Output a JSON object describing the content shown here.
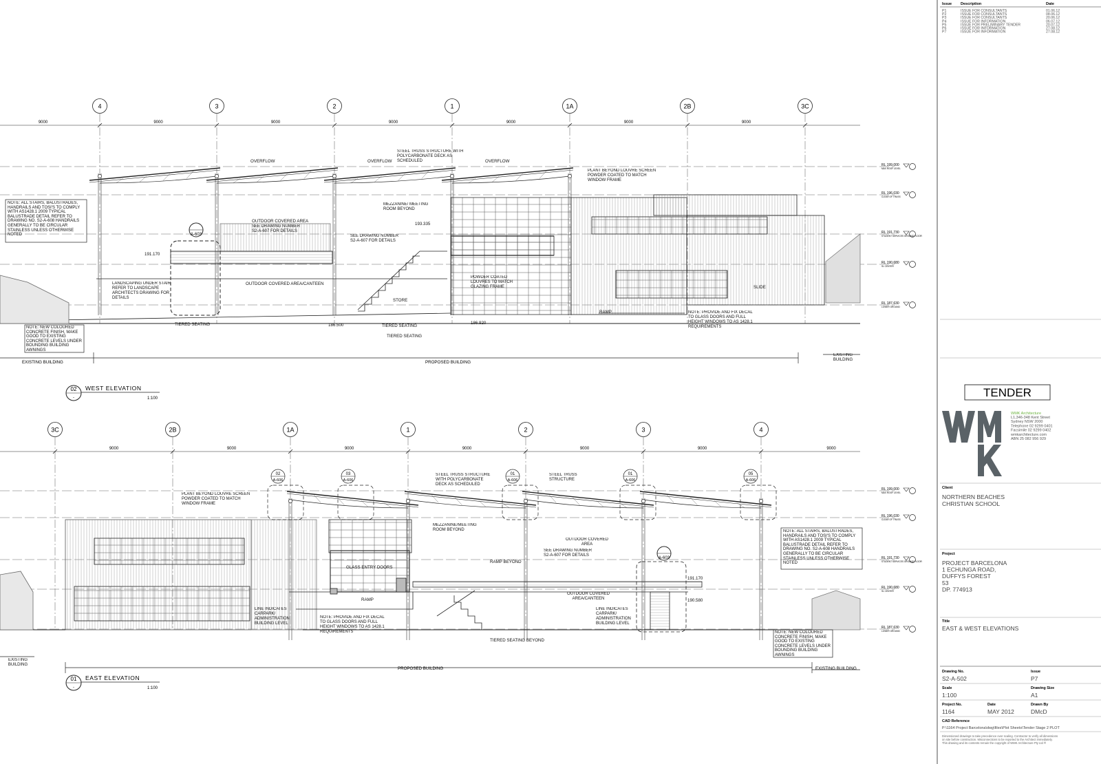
{
  "grid": {
    "west": [
      "4",
      "3",
      "2",
      "1",
      "1A",
      "2B",
      "3C"
    ],
    "east": [
      "3C",
      "2B",
      "1A",
      "1",
      "2",
      "3",
      "4"
    ],
    "dim_value": "9000"
  },
  "levels": {
    "west": [
      {
        "rl": "RL 199.000",
        "name": "MAX ROOF LEVEL"
      },
      {
        "rl": "RL 196.030",
        "name": "CLEAR OF TRUSS"
      },
      {
        "rl": "RL 191.730",
        "name": "STUDENT SERVICES GROUND FLOOR"
      },
      {
        "rl": "RL 190.680",
        "name": "SL CENTER"
      },
      {
        "rl": "RL 187.630",
        "name": "LOWER GROUND"
      }
    ],
    "east": [
      {
        "rl": "RL 199.000",
        "name": "MAX ROOF LEVEL"
      },
      {
        "rl": "RL 196.030",
        "name": "CLEAR OF TRUSS"
      },
      {
        "rl": "RL 191.730",
        "name": "STUDENT SERVICES GROUND FLOOR"
      },
      {
        "rl": "RL 190.680",
        "name": "SL CENTER"
      },
      {
        "rl": "RL 187.630",
        "name": "LOWER GROUND"
      }
    ]
  },
  "west": {
    "label_overflow": "OVERFLOW",
    "label_truss": "STEEL TRUSS STRUCTURE WITH POLYCARBONATE DECK AS SCHEDULED",
    "label_plant": "PLANT BEYOND LOUVRE SCREEN POWDER COATED TO MATCH WINDOW FRAME",
    "label_mezz": "MEZZANINE/ MEETING ROOM BEYOND",
    "label_outdoor": "OUTDOOR COVERED AREA",
    "label_see1": "SEE DRAWING NUMBER S2-A-607 FOR DETAILS",
    "label_see2": "SEE DRAWING NUMBER S2-A-607 FOR DETAILS",
    "level_193": "193.335",
    "level_191": "191.170",
    "label_canteen": "OUTDOOR COVERED AREA/CANTEEN",
    "label_landscaping": "LANDSCAPING UNDER STAIR REFER TO LANDSCAPE ARCHITECTS DRAWING FOR DETAILS",
    "label_store": "STORE",
    "label_louvres": "POWDER COATED LOUVRES TO MATCH GLAZING FRAME",
    "label_slide": "SLIDE",
    "label_ramp": "RAMP",
    "label_tiered1": "TIERED SEATING",
    "label_tiered2": "TIERED SEATING",
    "label_tiered3": "TIERED SEATING",
    "level_186a": "186.500",
    "level_186b": "186.920",
    "note_left": "NOTE: ALL STAIRS, BALUSTRADES, HANDRAILS AND TOSI'S TO COMPLY WITH AS1428.1 2009 TYPICAL BALUSTRADE DETAIL REFER TO DRAWING NO. S2-A-608 HANDRAILS GENERALLY TO BE CIRCULAR STAINLESS UNLESS OTHERWISE NOTED",
    "note_concrete": "NOTE: NEW COLOURED CONCRETE FINISH, MAKE GOOD TO EXISTING CONCRETE LEVELS UNDER BOUNDING BUILDING AWNINGS",
    "note_decal": "NOTE: PROVIDE AND FIX DECAL TO GLASS DOORS AND FULL HEIGHT WINDOWS TO AS 1428.1 REQUIREMENTS",
    "existing_left": "EXISTING BUILDING",
    "proposed": "PROPOSED BUILDING",
    "existing_right": "EXISTING BUILDING",
    "detail_ref": "A-603",
    "title_num": "02",
    "title": "WEST ELEVATION",
    "scale": "1:100"
  },
  "east": {
    "label_plant": "PLANT BEYOND LOUVRE SCREEN POWDER COATED TO MATCH WINDOW FRAME",
    "label_truss": "STEEL TRUSS STRUCTURE WITH POLYCARBONATE DECK AS SCHEDULED",
    "label_truss2": "STEEL TRUSS STRUCTURE",
    "label_mezz": "MEZZANINE/MEETING ROOM BEYOND",
    "label_outdoor": "OUTDOOR COVERED AREA",
    "label_see": "SEE DRAWING NUMBER S2-A-607 FOR DETAILS",
    "label_glass": "GLASS ENTRY DOORS",
    "label_ramp_beyond": "RAMP BEYOND",
    "label_ramp": "RAMP",
    "label_canteen": "OUTDOOR COVERED AREA/CANTEEN",
    "label_line1": "LINE INDICATES CARPARK/ ADMINISTRATION BUILDING LEVEL",
    "label_line2": "LINE INDICATES CARPARK/ ADMINISTRATION BUILDING LEVEL",
    "label_tiered": "TIERED SEATING BEYOND",
    "level_191": "191.170",
    "level_190": "190.580",
    "note_decal": "NOTE: PROVIDE AND FIX DECAL TO GLASS DOORS AND FULL HEIGHT WINDOWS TO AS 1428.1 REQUIREMENTS",
    "note_right": "NOTE: ALL STAIRS, BALUSTRADES, HANDRAILS AND TOSI'S TO COMPLY WITH AS1428.1 2009 TYPICAL BALUSTRADE DETAIL REFER TO DRAWING NO. S2-A-608 HANDRAILS GENERALLY TO BE CIRCULAR STAINLESS UNLESS OTHERWISE NOTED",
    "note_concrete": "NOTE: NEW COLOURED CONCRETE FINISH, MAKE GOOD TO EXISTING CONCRETE LEVELS UNDER BOUNDING BUILDING AWNINGS",
    "existing_left": "EXISTING BUILDING",
    "proposed": "PROPOSED BUILDING",
    "existing_right": "EXISTING BUILDING",
    "details": [
      {
        "num": "02",
        "ref": "A-606"
      },
      {
        "num": "03",
        "ref": "A-606"
      },
      {
        "num": "01",
        "ref": "A-606"
      },
      {
        "num": "01",
        "ref": "A-606"
      },
      {
        "num": "05",
        "ref": "A-606"
      }
    ],
    "detail_ref": "A-603",
    "title_num": "01",
    "title": "EAST ELEVATION",
    "scale": "1:100"
  },
  "title_block": {
    "rev_headers": {
      "issue": "Issue",
      "description": "Description",
      "date": "Date"
    },
    "revisions": [
      {
        "issue": "P1",
        "description": "ISSUE FOR CONSULTANTS",
        "date": "01.06.12"
      },
      {
        "issue": "P2",
        "description": "ISSUE FOR CONSULTANTS",
        "date": "08.06.12"
      },
      {
        "issue": "P3",
        "description": "ISSUE FOR CONSULTANTS",
        "date": "20.06.12"
      },
      {
        "issue": "P4",
        "description": "ISSUE FOR INFORMATION",
        "date": "06.07.12"
      },
      {
        "issue": "P5",
        "description": "ISSUE FOR PRELIMINARY TENDER",
        "date": "20.07.12"
      },
      {
        "issue": "P6",
        "description": "ISSUE FOR INFORMATION",
        "date": "27.08.12"
      },
      {
        "issue": "P7",
        "description": "ISSUE FOR INFORMATION",
        "date": "27.08.12"
      }
    ],
    "stamp": "TENDER",
    "logo_letters": "WMK",
    "firm_name": "WMK Architecture",
    "firm_lines": [
      "L1,346-348 Kent Street",
      "Sydney NSW 2000",
      "Telephone 02 9299 0401",
      "Facsimile    02 9299 0402",
      "wmkarchitecture.com",
      "ABN 25 082 956 929"
    ],
    "client_label": "Client",
    "client": [
      "NORTHERN BEACHES",
      "CHRISTIAN SCHOOL"
    ],
    "project_label": "Project",
    "project": [
      "PROJECT BARCELONA",
      "1 ECHUNGA ROAD,",
      "DUFFYS FOREST",
      "53",
      "DP. 774913"
    ],
    "title_label": "Title",
    "title": "EAST & WEST ELEVATIONS",
    "drawing_no_label": "Drawing No.",
    "drawing_no": "S2-A-502",
    "issue_label": "Issue",
    "issue": "P7",
    "scale_label": "Scale",
    "scale": "1:100",
    "size_label": "Drawing Size",
    "size": "A1",
    "project_no_label": "Project No.",
    "project_no": "1164",
    "date_label": "Date",
    "date": "MAY 2012",
    "drawn_label": "Drawn By",
    "drawn": "DMcD",
    "cad_label": "CAD Reference",
    "cad": "P:\\1164 Project Barcelona\\dwg\\files\\Plot Sheets\\Tender Stage 2 PLOT",
    "disclaimer": [
      "Dimensioned drawings to take precedence over scaling. Contractor to verify all dimensions",
      "on site before construction. Misconnections to be reported to the Architect immediately.",
      "This drawing and its contents remain the copyright of WMK Architecture Pty Ltd ®"
    ]
  },
  "colors": {
    "line": "#222222",
    "logo": "#5a6267",
    "accent": "#6cb33f"
  }
}
